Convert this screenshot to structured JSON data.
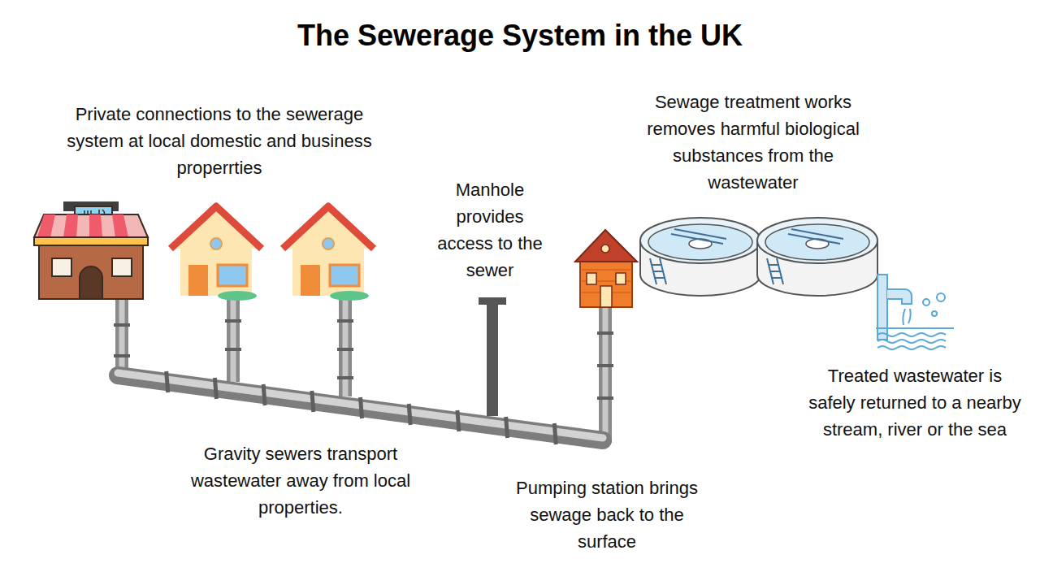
{
  "diagram": {
    "title": "The Sewerage System in the UK",
    "labels": [
      "Private connections to the sewerage system at local domestic and business properrties",
      "Manhole provides access to the sewer",
      "Sewage treatment works removes harmful biological substances from the wastewater",
      "Treated wastewater is safely returned to a nearby stream, river or the sea",
      "Gravity sewers transport wastewater away from local properties.",
      "Pumping station brings sewage back to the surface"
    ]
  }
}
